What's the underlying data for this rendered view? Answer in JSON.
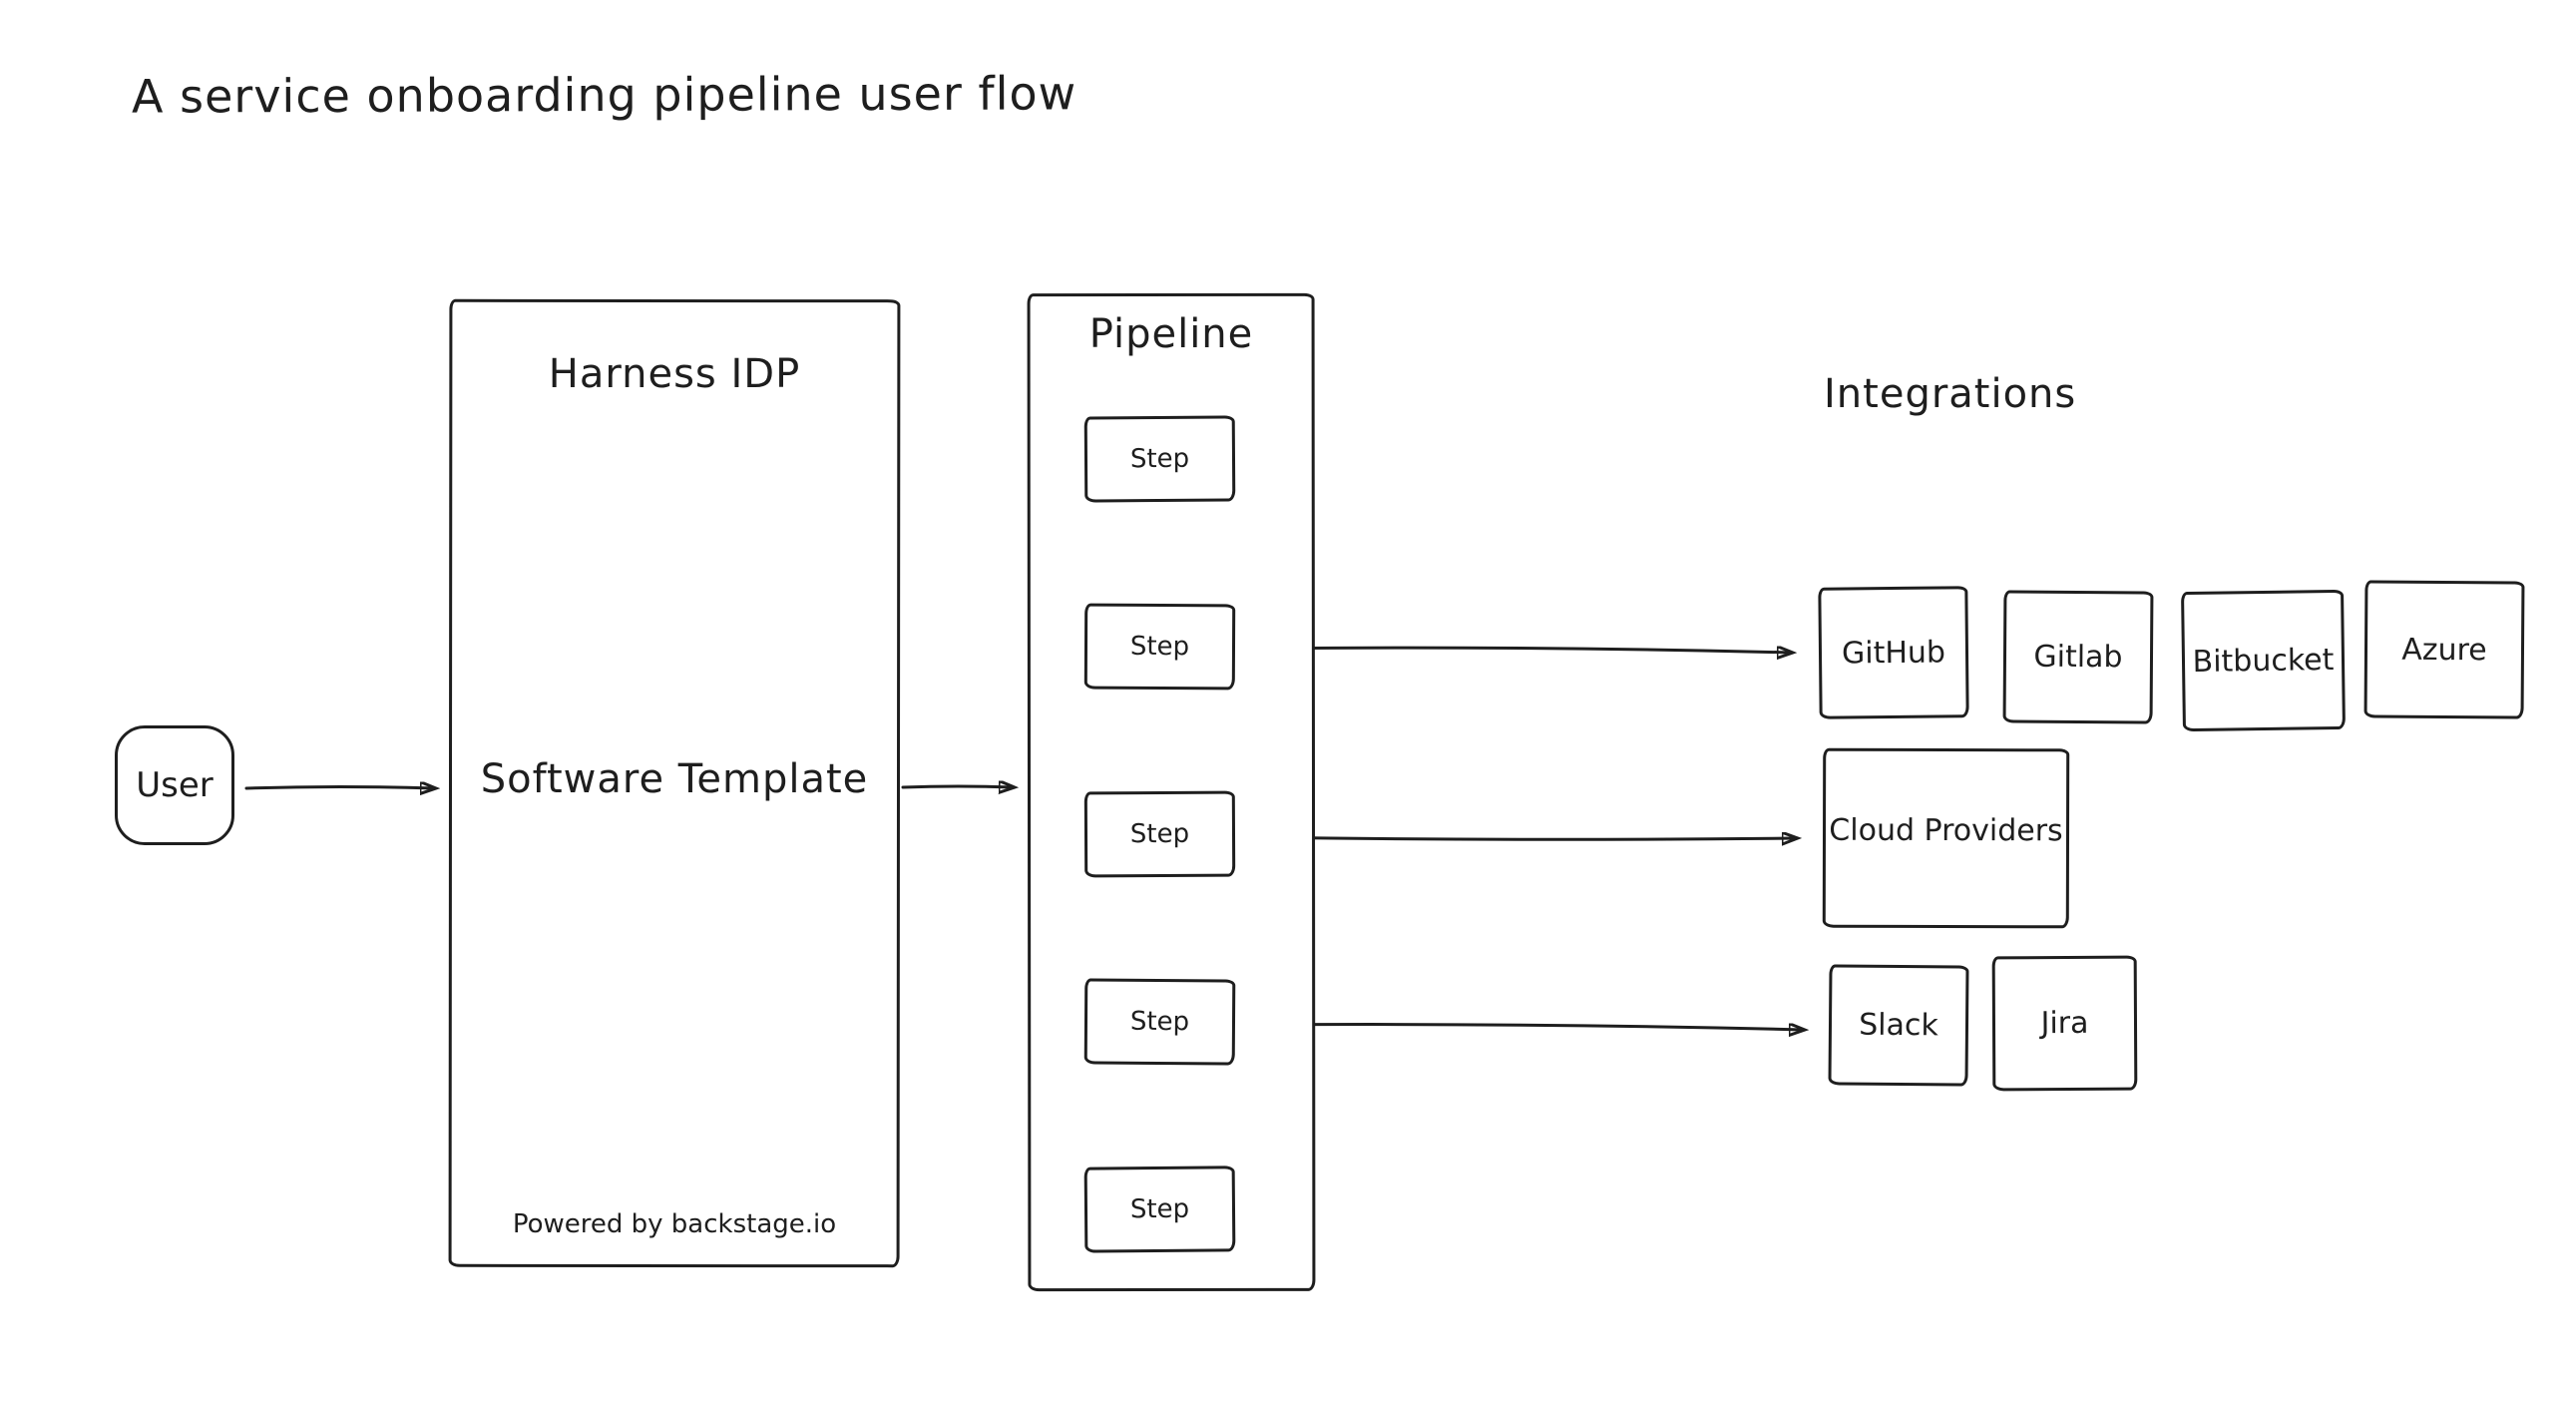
{
  "diagram": {
    "title": "A service onboarding pipeline user flow",
    "user": {
      "label": "User"
    },
    "harness": {
      "title": "Harness IDP",
      "body_label": "Software Template",
      "footer": "Powered by backstage.io"
    },
    "pipeline": {
      "title": "Pipeline",
      "steps": [
        "Step",
        "Step",
        "Step",
        "Step",
        "Step"
      ]
    },
    "integrations": {
      "title": "Integrations",
      "scm_row": [
        "GitHub",
        "Gitlab",
        "Bitbucket",
        "Azure"
      ],
      "cloud_label": "Cloud Providers",
      "tools_row": [
        "Slack",
        "Jira"
      ]
    },
    "edges": [
      {
        "from": "user",
        "to": "software-template"
      },
      {
        "from": "software-template",
        "to": "pipeline"
      },
      {
        "from": "pipeline-step-1",
        "to": "pipeline-step-2"
      },
      {
        "from": "pipeline-step-2",
        "to": "pipeline-step-3"
      },
      {
        "from": "pipeline-step-3",
        "to": "pipeline-step-4"
      },
      {
        "from": "pipeline-step-4",
        "to": "pipeline-step-5"
      },
      {
        "from": "pipeline-step-2",
        "to": "github"
      },
      {
        "from": "pipeline-step-3",
        "to": "cloud-providers"
      },
      {
        "from": "pipeline-step-4",
        "to": "slack"
      }
    ],
    "colors": {
      "stroke": "#1e1e1e",
      "background": "#ffffff"
    }
  }
}
